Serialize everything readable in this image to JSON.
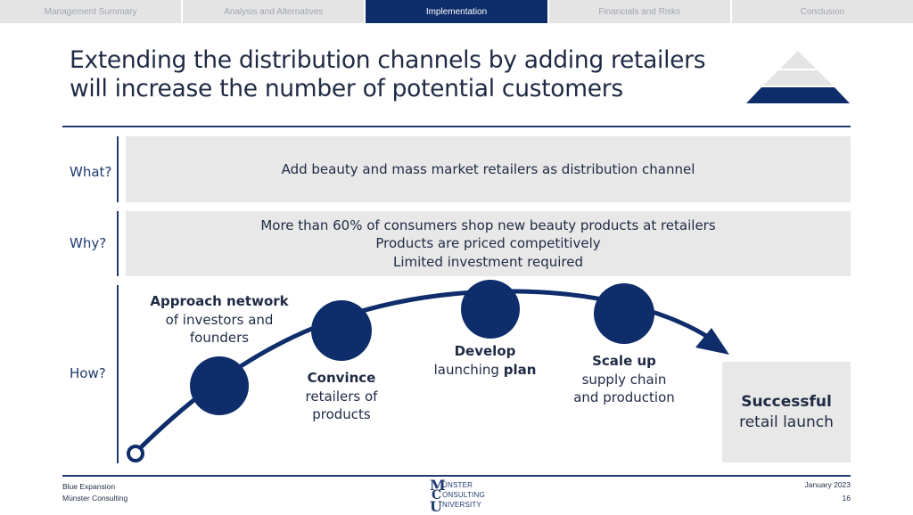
{
  "nav": {
    "tabs": [
      {
        "label": "Management Summary",
        "active": false
      },
      {
        "label": "Analysis and Alternatives",
        "active": false
      },
      {
        "label": "Implementation",
        "active": true
      },
      {
        "label": "Financials and Risks",
        "active": false
      },
      {
        "label": "Conclusion",
        "active": false
      }
    ]
  },
  "slide": {
    "title_line1": "Extending the distribution channels by adding retailers",
    "title_line2": "will increase the number of potential customers"
  },
  "what": {
    "label": "What?",
    "text": "Add beauty and mass market retailers as distribution channel"
  },
  "why": {
    "label": "Why?",
    "lines": [
      "More than 60% of consumers shop new beauty products at retailers",
      "Products are priced competitively",
      "Limited investment required"
    ]
  },
  "how": {
    "label": "How?",
    "steps": [
      {
        "bold": "Approach network",
        "rest1": "of investors and",
        "rest2": "founders"
      },
      {
        "bold": "Convince",
        "rest1": "retailers of",
        "rest2": "products"
      },
      {
        "bold": "Develop",
        "rest1": "launching ",
        "bold2": "plan"
      },
      {
        "bold": "Scale up",
        "rest1": "supply chain",
        "rest2": "and production"
      }
    ],
    "final_line1": "Successful",
    "final_line2": "retail launch"
  },
  "footer": {
    "company": "Blue Expansion",
    "consultancy": "Münster Consulting",
    "date": "January 2023",
    "page": "16"
  },
  "logo": {
    "letters_big": [
      "M",
      "C",
      "U"
    ],
    "line1": "ÜNSTER",
    "line2": "ONSULTING",
    "line3": "NIVERSITY"
  },
  "colors": {
    "navy": "#0f2d6b",
    "box_gray": "#e8e8e8",
    "nav_gray": "#e4e4e4"
  }
}
